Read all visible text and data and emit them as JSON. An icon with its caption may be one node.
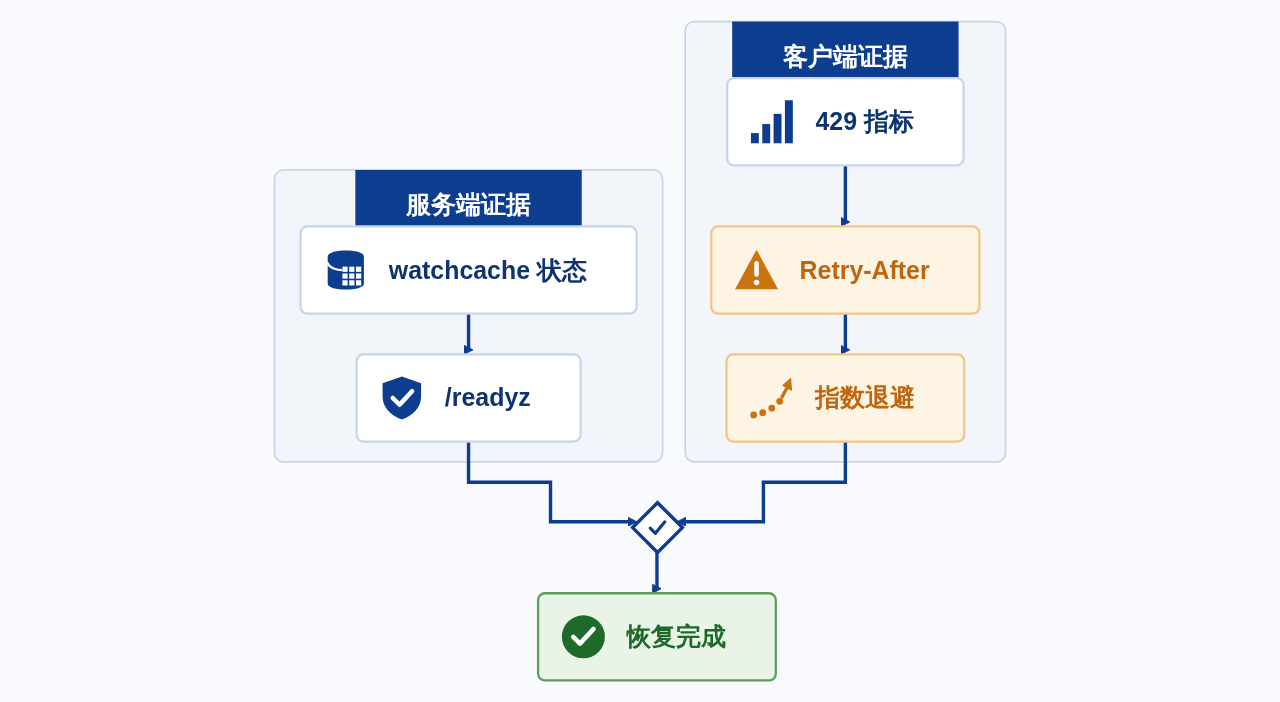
{
  "diagram": {
    "nodes": [
      {
        "text": [
          "服务端证据"
        ]
      },
      {
        "text": [
          "watchcache 状态"
        ],
        "in": 0
      },
      {
        "text": [
          "/readyz"
        ],
        "in": 0
      },
      {
        "text": [
          "客户端证据"
        ]
      },
      {
        "text": [
          "429 指标"
        ],
        "in": 3
      },
      {
        "text": [
          "Retry-After"
        ],
        "in": 3
      },
      {
        "text": [
          "指数退避"
        ],
        "in": 3
      },
      {
        "text": [],
        "shape": "diamond"
      },
      {
        "text": [
          "恢复完成"
        ]
      }
    ],
    "edges": [
      {
        "from": 1,
        "to": 2,
        "arrow": "to"
      },
      {
        "from": 4,
        "to": 5,
        "arrow": "to"
      },
      {
        "from": 5,
        "to": 6,
        "arrow": "to"
      },
      {
        "from": 2,
        "to": 7,
        "arrow": "to"
      },
      {
        "from": 6,
        "to": 7,
        "arrow": "to"
      },
      {
        "from": 7,
        "to": 8,
        "arrow": "to"
      }
    ]
  }
}
